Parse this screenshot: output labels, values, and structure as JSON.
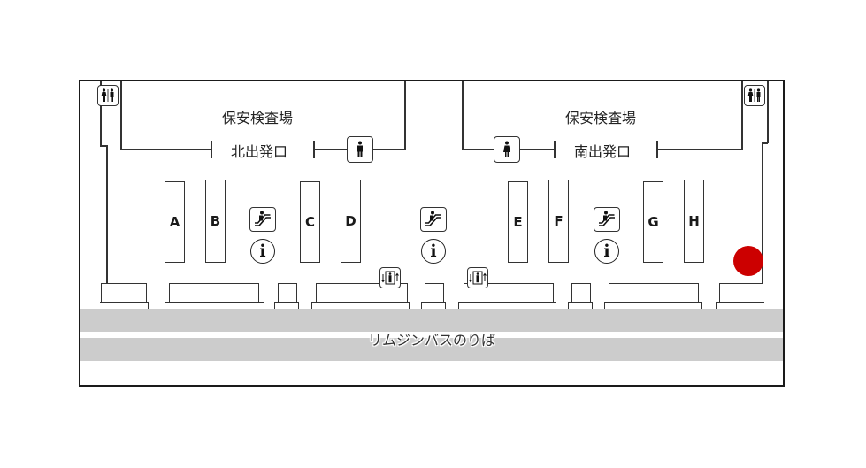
{
  "map": {
    "security_checkpoints": [
      {
        "label": "保安検査場",
        "side": "north"
      },
      {
        "label": "保安検査場",
        "side": "south"
      }
    ],
    "departure_gates": [
      {
        "label": "北出発口"
      },
      {
        "label": "南出発口"
      }
    ],
    "counters": [
      "A",
      "B",
      "C",
      "D",
      "E",
      "F",
      "G",
      "H"
    ],
    "bus_stop_label": "リムジンバスのりば",
    "icons": {
      "restroom": "restroom-icon",
      "mens_restroom": "mens-restroom-icon",
      "womens_restroom": "womens-restroom-icon",
      "escalator": "escalator-icon",
      "information": "i",
      "elevator": "elevator-icon"
    },
    "colors": {
      "current_location_marker": "#cc0000",
      "lane": "#cccccc",
      "line": "#333333"
    },
    "current_location": "you-are-here-marker"
  }
}
